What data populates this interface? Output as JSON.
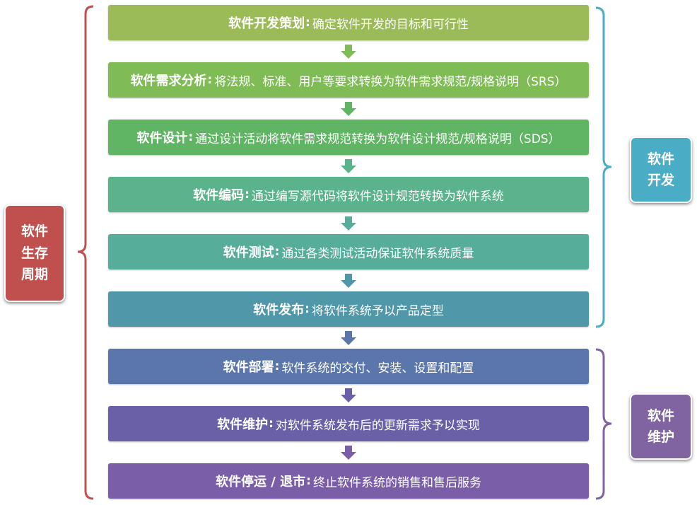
{
  "steps": [
    {
      "name": "软件开发策划",
      "sep": ":",
      "desc": "确定软件开发的目标和可行性",
      "color": "#9bbb59"
    },
    {
      "name": "软件需求分析",
      "sep": ":",
      "desc": "将法规、标准、用户等要求转换为软件需求规范/规格说明（SRS）",
      "color": "#7fbc55"
    },
    {
      "name": "软件设计",
      "sep": ":",
      "desc": "通过设计活动将软件需求规范转换为软件设计规范/规格说明（SDS）",
      "color": "#5fb563"
    },
    {
      "name": "软件编码",
      "sep": ":",
      "desc": "通过编写源代码将软件设计规范转换为软件系统",
      "color": "#5ab38a"
    },
    {
      "name": "软件测试",
      "sep": ":",
      "desc": "通过各类测试活动保证软件系统质量",
      "color": "#56ad9a"
    },
    {
      "name": "软件发布",
      "sep": ":",
      "desc": "将软件系统予以产品定型",
      "color": "#4f97a9"
    },
    {
      "name": "软件部署",
      "sep": ":",
      "desc": "软件系统的交付、安装、设置和配置",
      "color": "#5a76ab"
    },
    {
      "name": "软件维护",
      "sep": ":",
      "desc": "对软件系统发布后的更新需求予以实现",
      "color": "#6960a7"
    },
    {
      "name": "软件停运 / 退市",
      "sep": ":",
      "desc": "终止软件系统的销售和售后服务",
      "color": "#7b5ea8"
    }
  ],
  "labels": {
    "lifecycle": {
      "line1": "软件",
      "line2": "生存",
      "line3": "周期",
      "color": "#c0504d"
    },
    "development": {
      "line1": "软件",
      "line2": "开发",
      "color": "#4bacc6"
    },
    "maintenance": {
      "line1": "软件",
      "line2": "维护",
      "color": "#8064a2"
    }
  }
}
